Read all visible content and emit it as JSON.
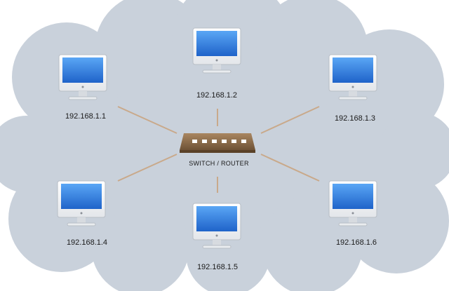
{
  "router": {
    "label": "SWITCH / ROUTER",
    "port_count": 6
  },
  "computers": [
    {
      "id": "pc1",
      "ip": "192.168.1.1"
    },
    {
      "id": "pc2",
      "ip": "192.168.1.2"
    },
    {
      "id": "pc3",
      "ip": "192.168.1.3"
    },
    {
      "id": "pc4",
      "ip": "192.168.1.4"
    },
    {
      "id": "pc5",
      "ip": "192.168.1.5"
    },
    {
      "id": "pc6",
      "ip": "192.168.1.6"
    }
  ],
  "colors": {
    "cloud": "#c9d1db",
    "cable": "#c9a98a",
    "screen": "#2f7fe0",
    "router": "#8a6a4a",
    "port_light": "#ffffff"
  }
}
